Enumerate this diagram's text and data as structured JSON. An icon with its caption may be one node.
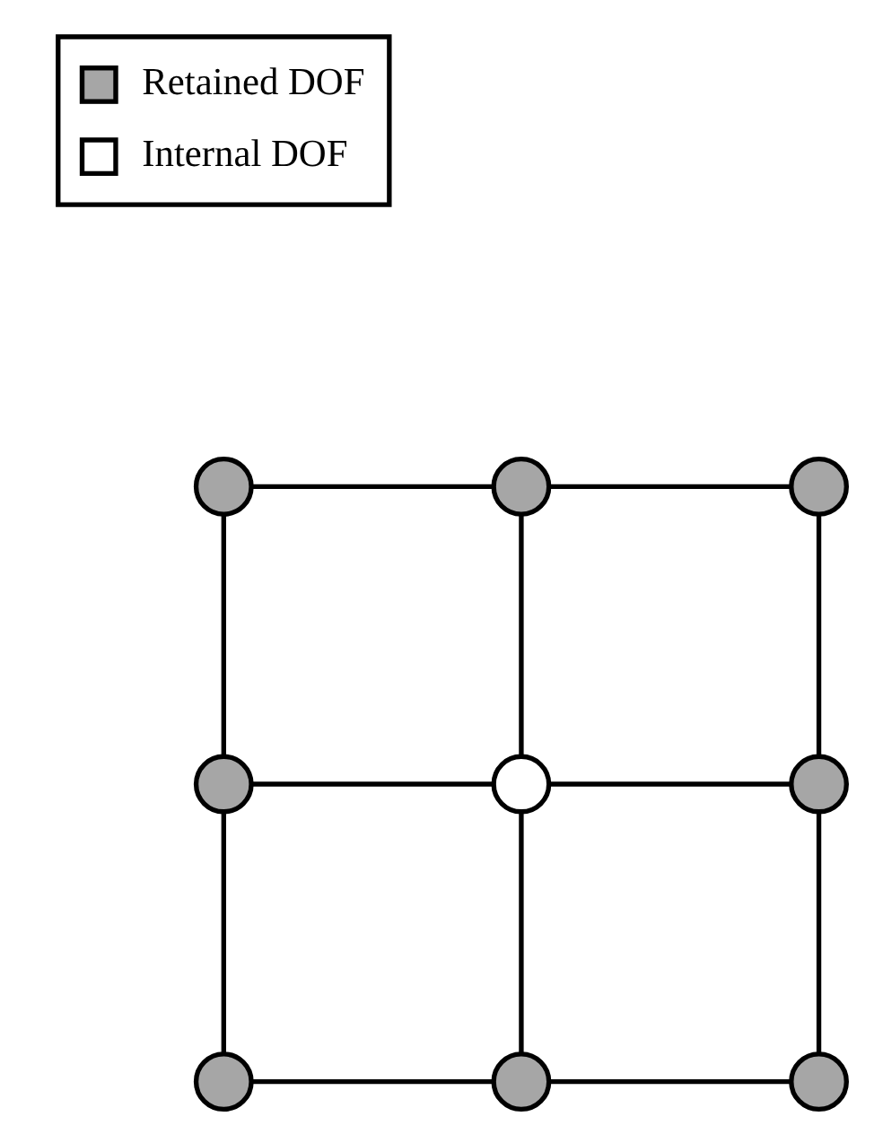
{
  "diagram": {
    "nodes": [
      {
        "text": [],
        "shape": "circle"
      },
      {
        "text": [],
        "shape": "circle"
      },
      {
        "text": [],
        "shape": "circle"
      },
      {
        "text": [],
        "shape": "circle"
      },
      {
        "text": [],
        "shape": "circle"
      },
      {
        "text": [],
        "shape": "circle"
      },
      {
        "text": [],
        "shape": "circle"
      },
      {
        "text": [],
        "shape": "circle"
      },
      {
        "text": [],
        "shape": "circle"
      }
    ],
    "edges": [
      {
        "from": 0,
        "to": 1,
        "arrow": "none"
      },
      {
        "from": 1,
        "to": 2,
        "arrow": "none"
      },
      {
        "from": 0,
        "to": 3,
        "arrow": "none"
      },
      {
        "from": 1,
        "to": 4,
        "arrow": "none"
      },
      {
        "from": 2,
        "to": 5,
        "arrow": "none"
      },
      {
        "from": 3,
        "to": 4,
        "arrow": "none"
      },
      {
        "from": 4,
        "to": 5,
        "arrow": "none"
      },
      {
        "from": 3,
        "to": 6,
        "arrow": "none"
      },
      {
        "from": 4,
        "to": 7,
        "arrow": "none"
      },
      {
        "from": 5,
        "to": 8,
        "arrow": "none"
      },
      {
        "from": 6,
        "to": 7,
        "arrow": "none"
      },
      {
        "from": 7,
        "to": 8,
        "arrow": "none"
      }
    ],
    "legend": [
      {
        "text": "Retained DOF",
        "color": "#a6a6a6"
      },
      {
        "text": "Internal DOF",
        "color": "#ffffff"
      }
    ]
  }
}
